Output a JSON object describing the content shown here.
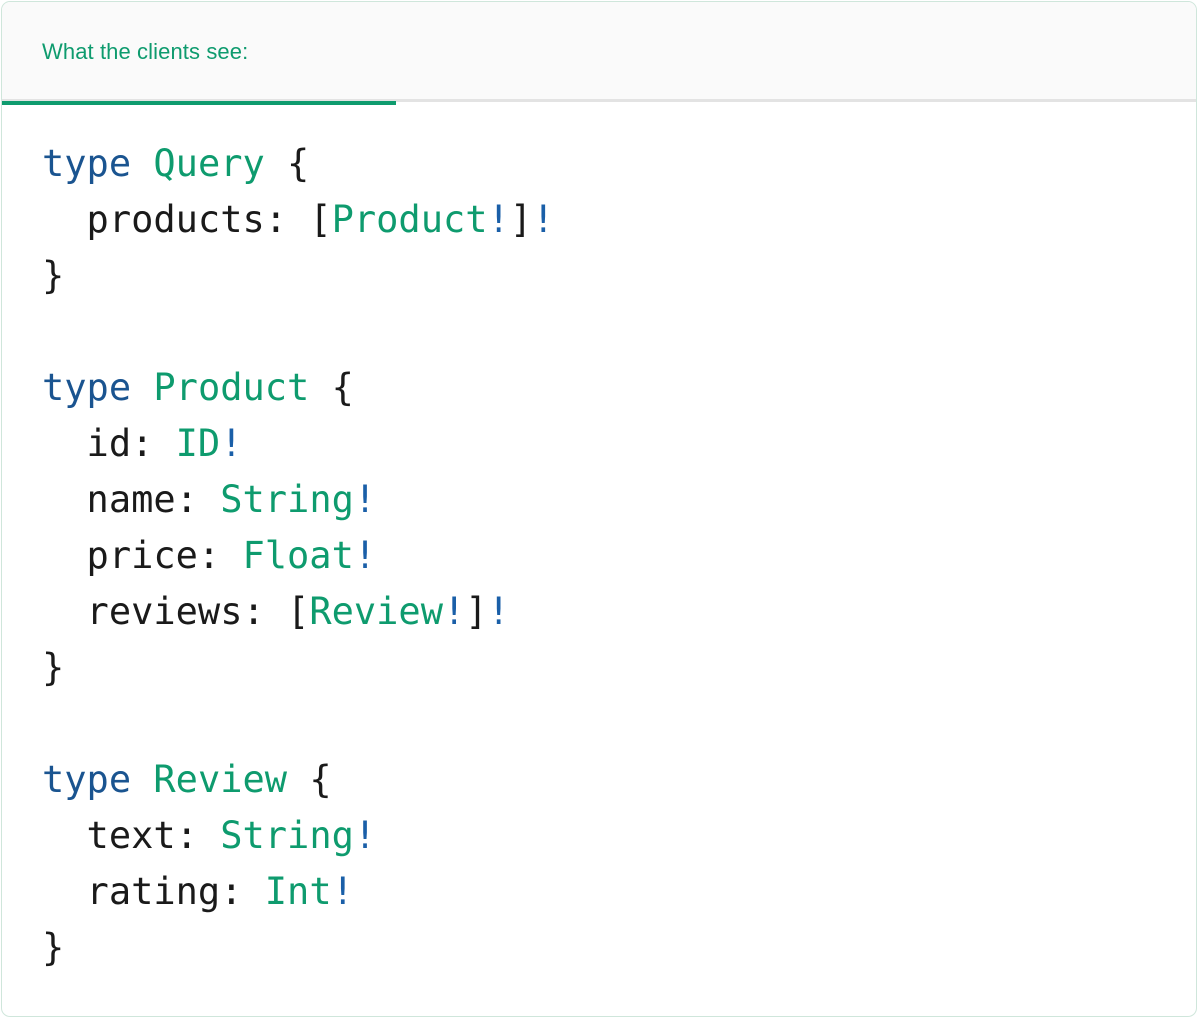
{
  "card": {
    "accent_green": "#0e9b6e",
    "keyword_blue": "#1a5490",
    "bang_blue": "#1a5fa8",
    "text_dark": "#1a1a1a",
    "header_bg": "#fafafa",
    "divider_gray": "#e3e3e3"
  },
  "header": {
    "tab_label": "What the clients see:"
  },
  "code": {
    "language": "graphql",
    "lines": [
      {
        "tokens": [
          {
            "t": "type",
            "c": "kw"
          },
          {
            "t": " ",
            "c": "pun"
          },
          {
            "t": "Query",
            "c": "type"
          },
          {
            "t": " {",
            "c": "pun"
          }
        ]
      },
      {
        "tokens": [
          {
            "t": "  products: ",
            "c": "field"
          },
          {
            "t": "[",
            "c": "pun"
          },
          {
            "t": "Product",
            "c": "type"
          },
          {
            "t": "!",
            "c": "bang"
          },
          {
            "t": "]",
            "c": "pun"
          },
          {
            "t": "!",
            "c": "bang"
          }
        ]
      },
      {
        "tokens": [
          {
            "t": "}",
            "c": "pun"
          }
        ]
      },
      {
        "tokens": []
      },
      {
        "tokens": [
          {
            "t": "type",
            "c": "kw"
          },
          {
            "t": " ",
            "c": "pun"
          },
          {
            "t": "Product",
            "c": "type"
          },
          {
            "t": " {",
            "c": "pun"
          }
        ]
      },
      {
        "tokens": [
          {
            "t": "  id: ",
            "c": "field"
          },
          {
            "t": "ID",
            "c": "type"
          },
          {
            "t": "!",
            "c": "bang"
          }
        ]
      },
      {
        "tokens": [
          {
            "t": "  name: ",
            "c": "field"
          },
          {
            "t": "String",
            "c": "type"
          },
          {
            "t": "!",
            "c": "bang"
          }
        ]
      },
      {
        "tokens": [
          {
            "t": "  price: ",
            "c": "field"
          },
          {
            "t": "Float",
            "c": "type"
          },
          {
            "t": "!",
            "c": "bang"
          }
        ]
      },
      {
        "tokens": [
          {
            "t": "  reviews: ",
            "c": "field"
          },
          {
            "t": "[",
            "c": "pun"
          },
          {
            "t": "Review",
            "c": "type"
          },
          {
            "t": "!",
            "c": "bang"
          },
          {
            "t": "]",
            "c": "pun"
          },
          {
            "t": "!",
            "c": "bang"
          }
        ]
      },
      {
        "tokens": [
          {
            "t": "}",
            "c": "pun"
          }
        ]
      },
      {
        "tokens": []
      },
      {
        "tokens": [
          {
            "t": "type",
            "c": "kw"
          },
          {
            "t": " ",
            "c": "pun"
          },
          {
            "t": "Review",
            "c": "type"
          },
          {
            "t": " {",
            "c": "pun"
          }
        ]
      },
      {
        "tokens": [
          {
            "t": "  text: ",
            "c": "field"
          },
          {
            "t": "String",
            "c": "type"
          },
          {
            "t": "!",
            "c": "bang"
          }
        ]
      },
      {
        "tokens": [
          {
            "t": "  rating: ",
            "c": "field"
          },
          {
            "t": "Int",
            "c": "type"
          },
          {
            "t": "!",
            "c": "bang"
          }
        ]
      },
      {
        "tokens": [
          {
            "t": "}",
            "c": "pun"
          }
        ]
      }
    ]
  }
}
